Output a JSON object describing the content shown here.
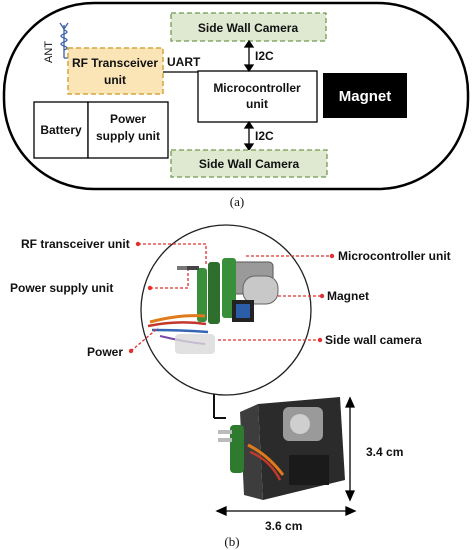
{
  "panel_a": {
    "caption": "(a)",
    "antenna": "ANT",
    "rf": "RF Transceiver unit",
    "rf_line1": "RF Transceiver",
    "rf_line2": "unit",
    "uart": "UART",
    "i2c_top": "I2C",
    "i2c_bottom": "I2C",
    "mcu_line1": "Microcontroller",
    "mcu_line2": "unit",
    "magnet": "Magnet",
    "battery": "Battery",
    "psu_line1": "Power",
    "psu_line2": "supply unit",
    "cam_top": "Side Wall Camera",
    "cam_bottom": "Side Wall Camera"
  },
  "panel_b": {
    "caption": "(b)",
    "rf_unit": "RF transceiver unit",
    "psu": "Power supply unit",
    "power": "Power",
    "mcu": "Microcontroller unit",
    "magnet": "Magnet",
    "camera": "Side wall camera",
    "height": "3.4 cm",
    "width": "3.6 cm"
  },
  "colors": {
    "rf_fill": "#fbe5b6",
    "rf_border": "#d4a53a",
    "cam_fill": "#dfe9d2",
    "cam_border": "#6e9a4f",
    "magnet_fill": "#000000",
    "leader": "#e03030"
  }
}
